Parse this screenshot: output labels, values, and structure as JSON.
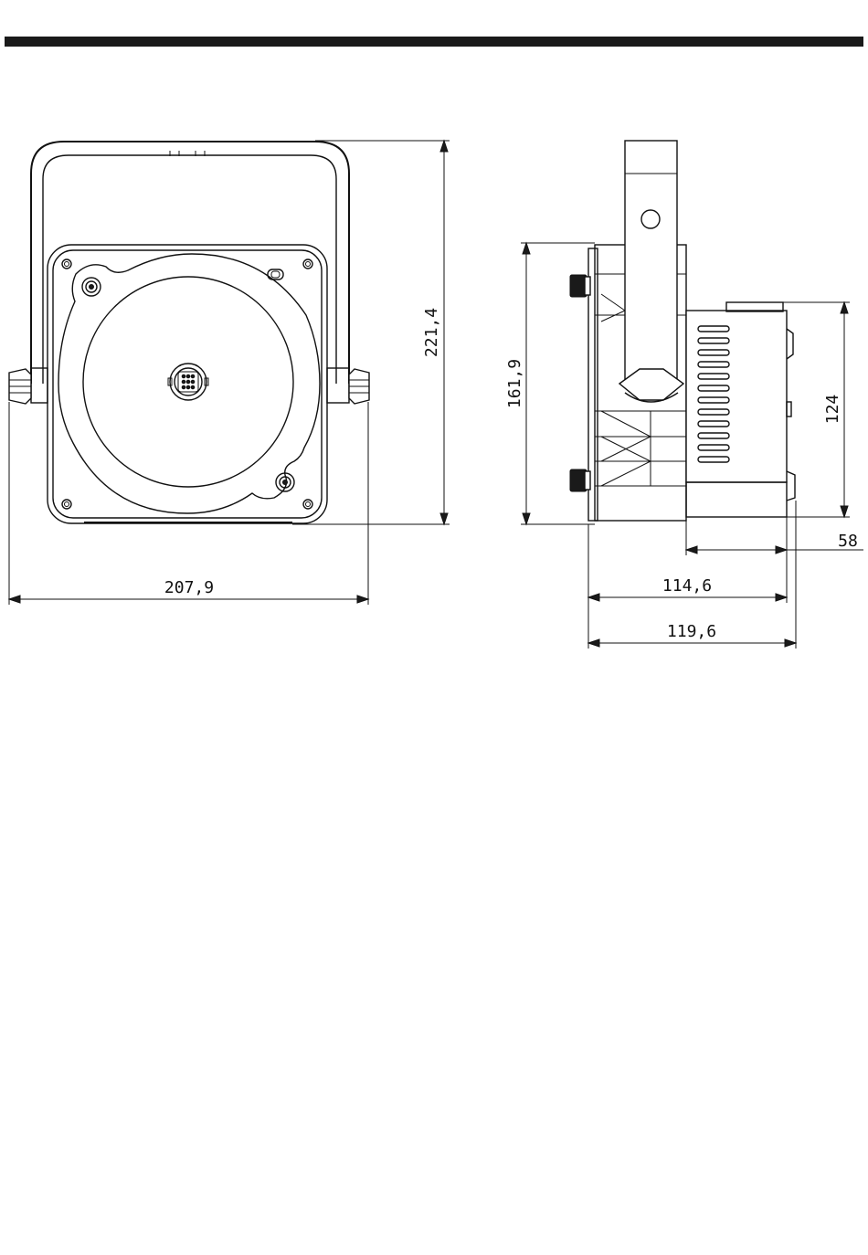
{
  "dimensions": {
    "front_width": "207,9",
    "front_height": "221,4",
    "side_height": "161,9",
    "side_box_height": "124",
    "side_box_depth": "58",
    "side_body_depth": "114,6",
    "side_total_depth": "119,6"
  },
  "colors": {
    "line": "#111111",
    "rule": "#1a1a1a",
    "background": "#ffffff"
  }
}
